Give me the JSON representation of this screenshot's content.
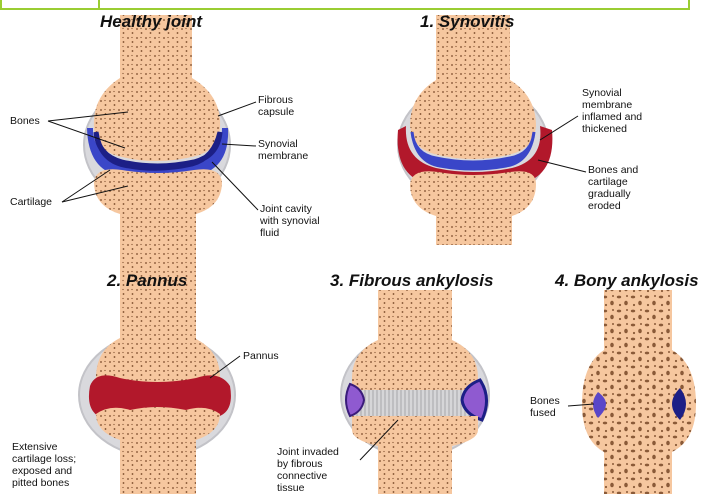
{
  "header": {
    "bar_color": "#9acd32"
  },
  "panels": {
    "healthy": {
      "title": "Healthy joint",
      "labels": {
        "bones": "Bones",
        "cartilage": "Cartilage",
        "fibrous_capsule": "Fibrous\ncapsule",
        "synovial_membrane": "Synovial\nmembrane",
        "joint_cavity": "Joint cavity\nwith synovial\nfluid"
      }
    },
    "synovitis": {
      "title": "1. Synovitis",
      "labels": {
        "membrane": "Synovial\nmembrane\ninflamed and\nthickened",
        "eroded": "Bones and\ncartilage\ngradually\neroded"
      }
    },
    "pannus": {
      "title": "2. Pannus",
      "labels": {
        "pannus": "Pannus",
        "loss": "Extensive\ncartilage loss;\nexposed and\npitted bones"
      }
    },
    "fibrous": {
      "title": "3. Fibrous ankylosis",
      "labels": {
        "invaded": "Joint invaded\nby fibrous\nconnective\ntissue"
      }
    },
    "bony": {
      "title": "4. Bony ankylosis",
      "labels": {
        "fused": "Bones\nfused"
      }
    }
  },
  "colors": {
    "bone": "#f6c79f",
    "bone_dots": "#7a4a2a",
    "capsule": "#d8d8dc",
    "membrane": "#3a46c8",
    "cavity": "#1c1f86",
    "inflamed": "#b2182b",
    "fibrous": "#c9c9cc",
    "purple": "#8f5ad0"
  }
}
